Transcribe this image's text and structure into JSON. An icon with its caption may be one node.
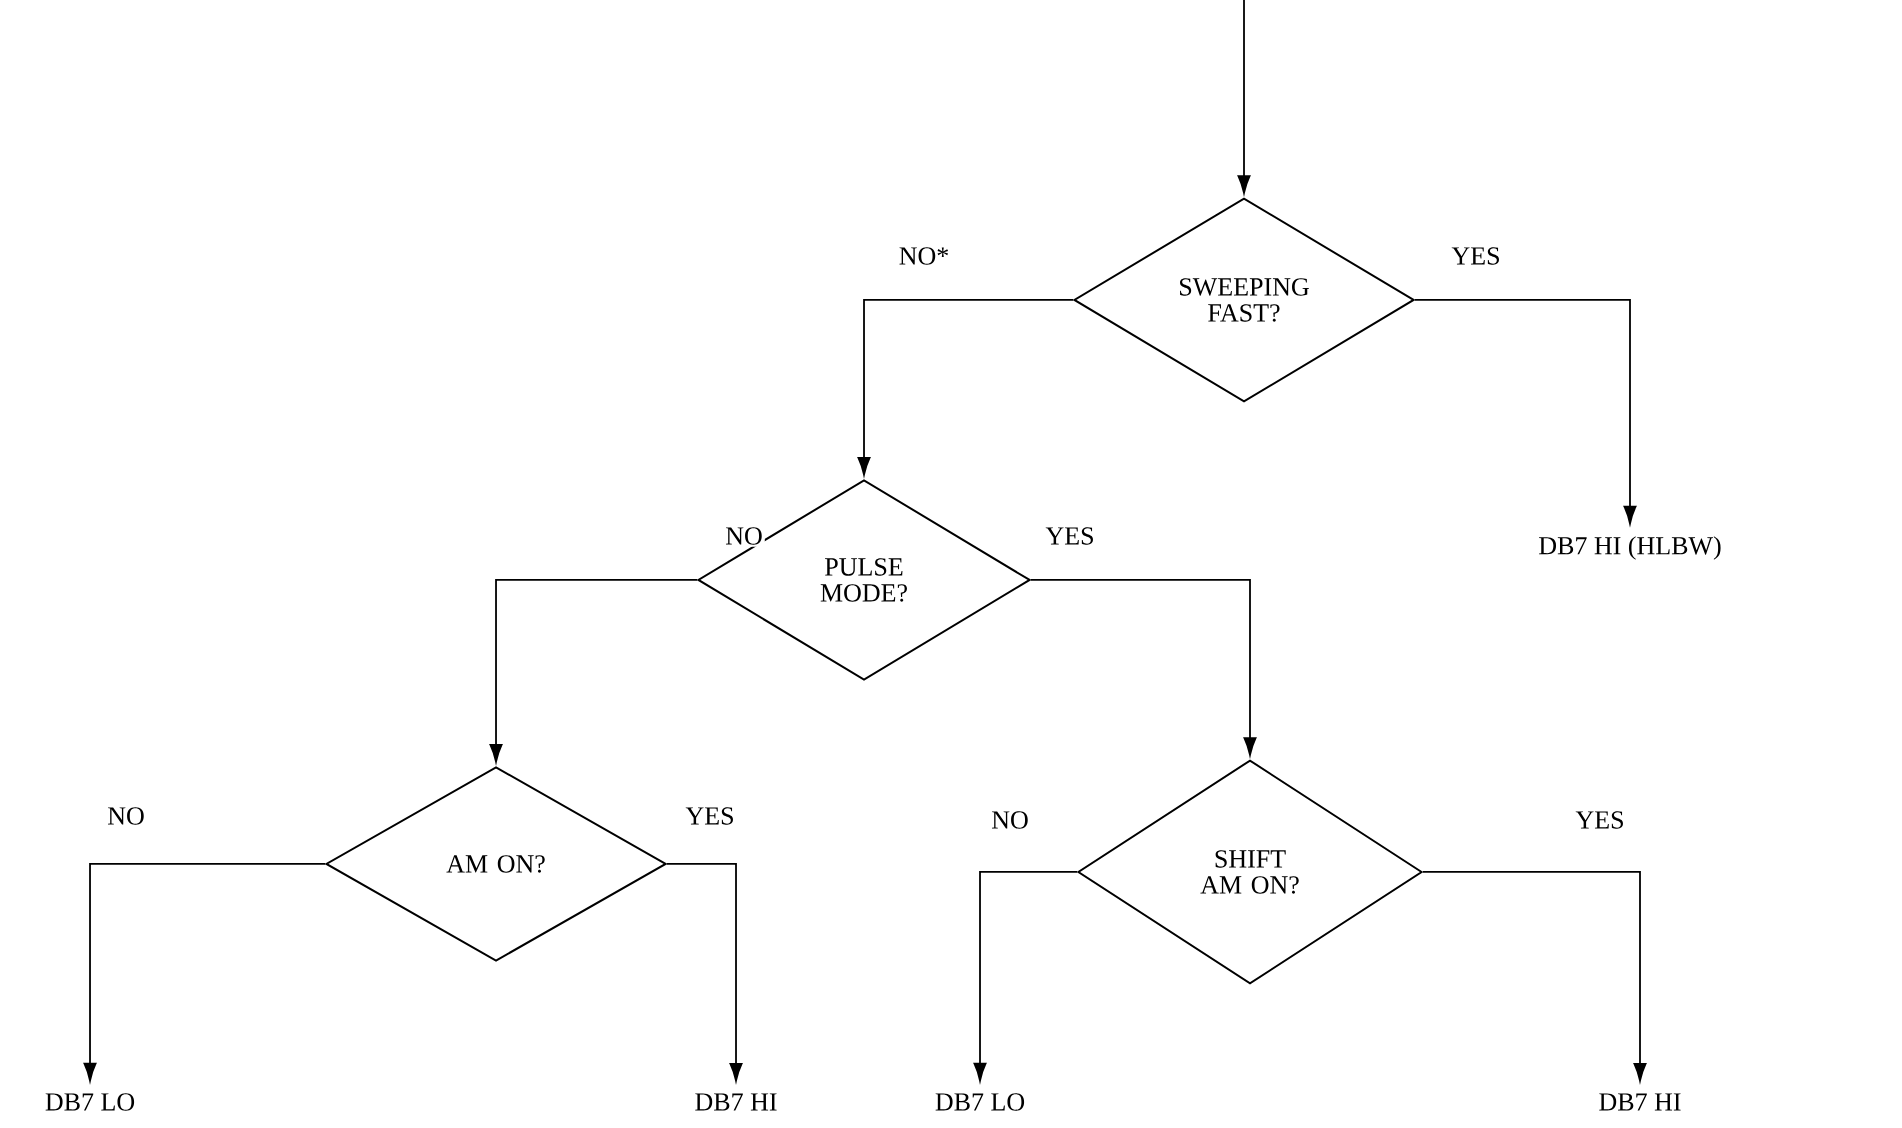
{
  "diagram": {
    "nodes": [
      {
        "text": [
          "SWEEPING FAST?"
        ]
      },
      {
        "text": [
          "DB7 HI (HLBW)"
        ]
      },
      {
        "text": [
          "PULSE MODE?"
        ]
      },
      {
        "text": [
          "AM ON?"
        ]
      },
      {
        "text": [
          "SHIFT AM ON?"
        ]
      },
      {
        "text": [
          "DB7 LO"
        ]
      },
      {
        "text": [
          "DB7 HI"
        ]
      },
      {
        "text": [
          "DB7 LO"
        ]
      },
      {
        "text": [
          "DB7 HI"
        ]
      }
    ],
    "edges": [
      {
        "from": null,
        "to": 0,
        "arrow": "to"
      },
      {
        "from": 0,
        "to": 2,
        "arrow": "to",
        "label": "NO*"
      },
      {
        "from": 0,
        "to": 1,
        "arrow": "to",
        "label": "YES"
      },
      {
        "from": 2,
        "to": 3,
        "arrow": "to",
        "label": "NO"
      },
      {
        "from": 2,
        "to": 4,
        "arrow": "to",
        "label": "YES"
      },
      {
        "from": 3,
        "to": 5,
        "arrow": "to",
        "label": "NO"
      },
      {
        "from": 3,
        "to": 6,
        "arrow": "to",
        "label": "YES"
      },
      {
        "from": 4,
        "to": 7,
        "arrow": "to",
        "label": "NO"
      },
      {
        "from": 4,
        "to": 8,
        "arrow": "to",
        "label": "YES"
      }
    ]
  }
}
